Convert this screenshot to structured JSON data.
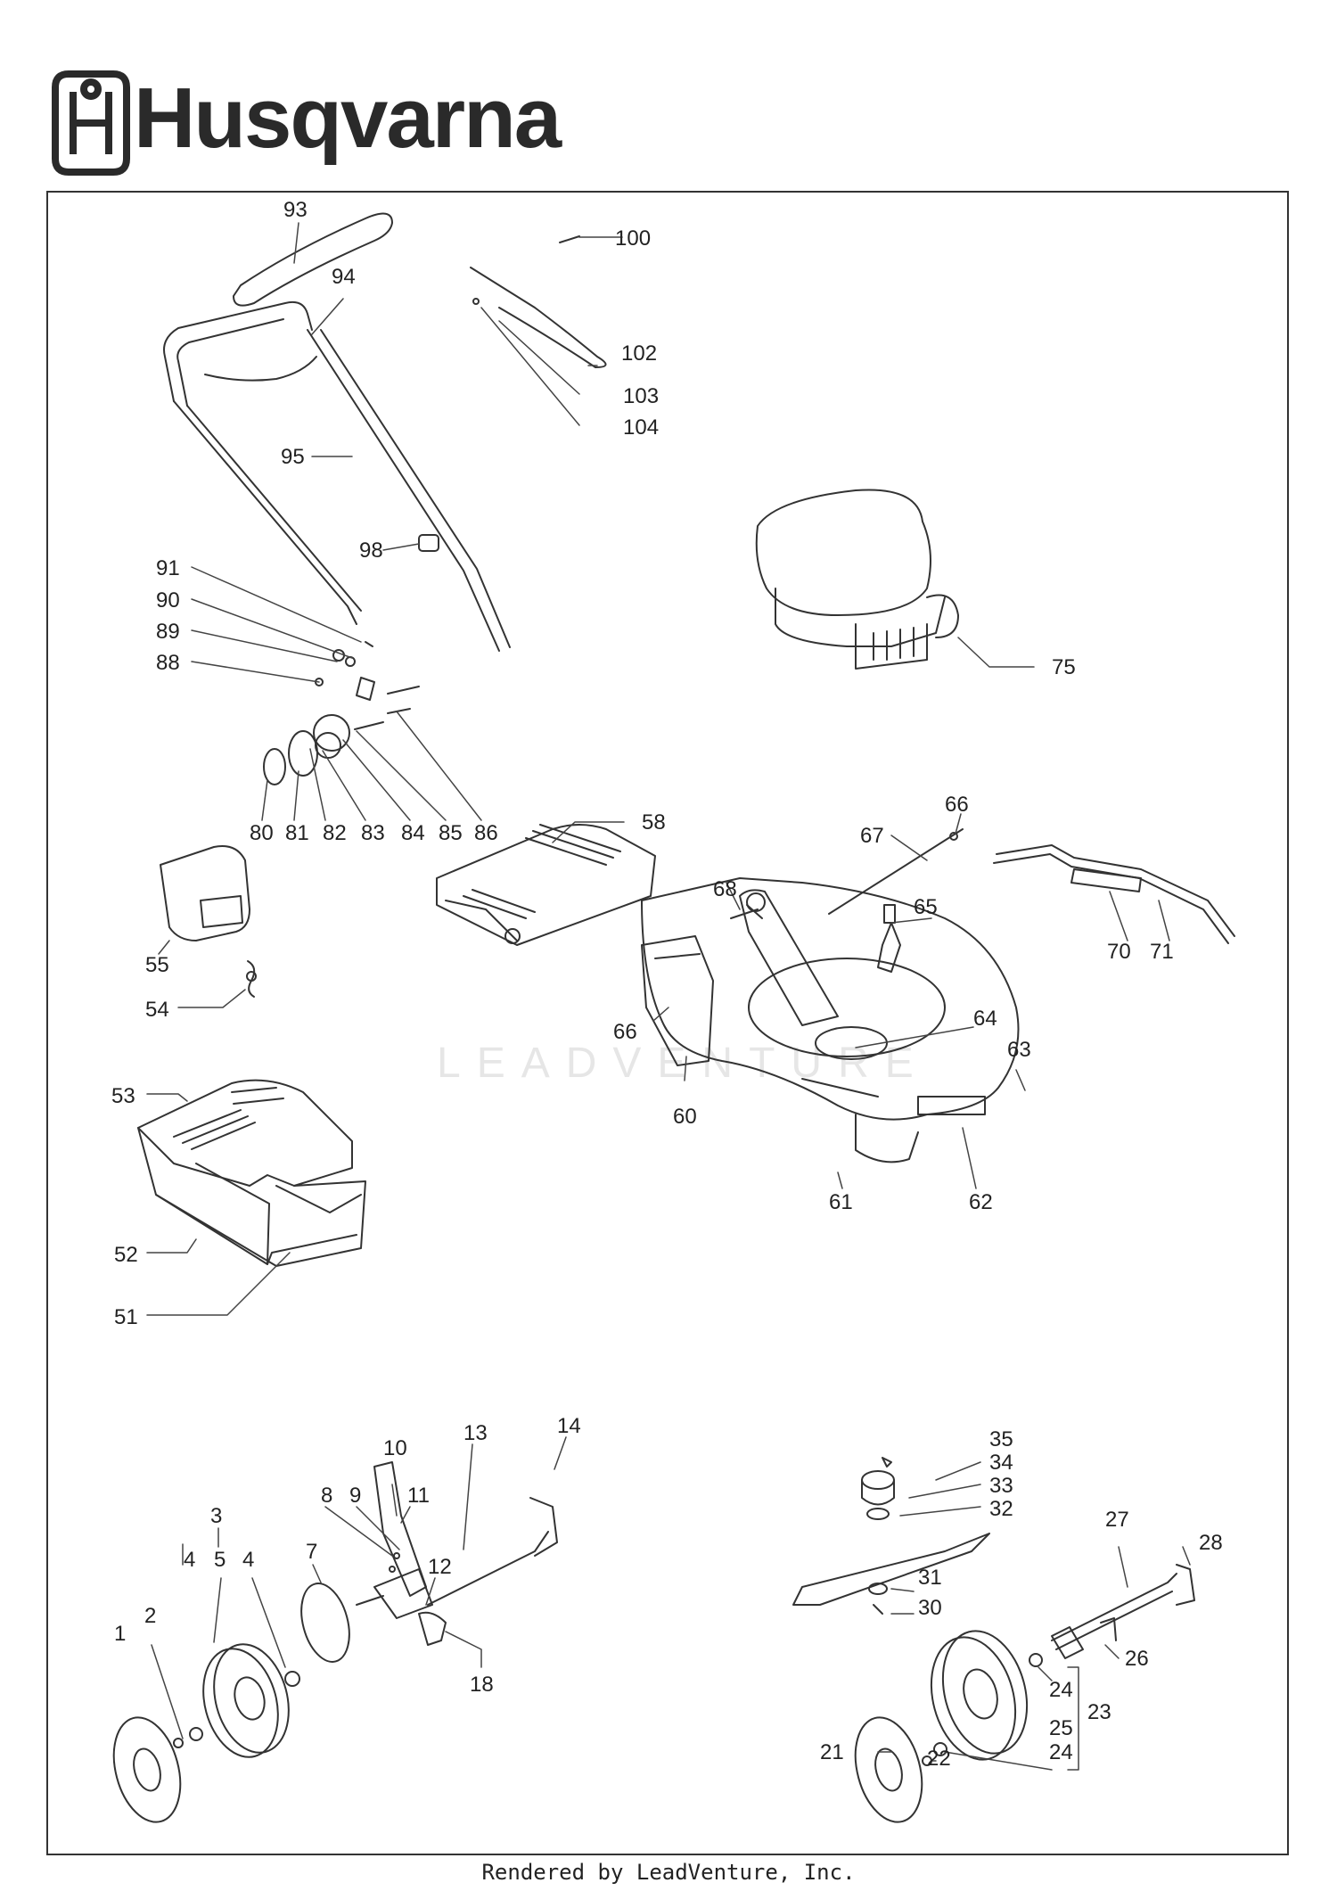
{
  "header": {
    "brand": "Husqvarna",
    "logo_icon": "husqvarna-crown-logo"
  },
  "watermark": {
    "text": "LEADVENTURE"
  },
  "footer": {
    "text": "Rendered by LeadVenture, Inc."
  },
  "callouts": [
    {
      "id": "c93",
      "label": "93"
    },
    {
      "id": "c100",
      "label": "100"
    },
    {
      "id": "c94",
      "label": "94"
    },
    {
      "id": "c102",
      "label": "102"
    },
    {
      "id": "c103",
      "label": "103"
    },
    {
      "id": "c104",
      "label": "104"
    },
    {
      "id": "c95",
      "label": "95"
    },
    {
      "id": "c98",
      "label": "98"
    },
    {
      "id": "c91",
      "label": "91"
    },
    {
      "id": "c90",
      "label": "90"
    },
    {
      "id": "c89",
      "label": "89"
    },
    {
      "id": "c88",
      "label": "88"
    },
    {
      "id": "c75",
      "label": "75"
    },
    {
      "id": "c80",
      "label": "80"
    },
    {
      "id": "c81",
      "label": "81"
    },
    {
      "id": "c82",
      "label": "82"
    },
    {
      "id": "c83",
      "label": "83"
    },
    {
      "id": "c84",
      "label": "84"
    },
    {
      "id": "c85",
      "label": "85"
    },
    {
      "id": "c86",
      "label": "86"
    },
    {
      "id": "c58",
      "label": "58"
    },
    {
      "id": "c66a",
      "label": "66"
    },
    {
      "id": "c67",
      "label": "67"
    },
    {
      "id": "c68",
      "label": "68"
    },
    {
      "id": "c65",
      "label": "65"
    },
    {
      "id": "c70",
      "label": "70"
    },
    {
      "id": "c71",
      "label": "71"
    },
    {
      "id": "c55",
      "label": "55"
    },
    {
      "id": "c54",
      "label": "54"
    },
    {
      "id": "c66b",
      "label": "66"
    },
    {
      "id": "c64",
      "label": "64"
    },
    {
      "id": "c63",
      "label": "63"
    },
    {
      "id": "c60",
      "label": "60"
    },
    {
      "id": "c53",
      "label": "53"
    },
    {
      "id": "c61",
      "label": "61"
    },
    {
      "id": "c62",
      "label": "62"
    },
    {
      "id": "c52",
      "label": "52"
    },
    {
      "id": "c51",
      "label": "51"
    },
    {
      "id": "c14",
      "label": "14"
    },
    {
      "id": "c13",
      "label": "13"
    },
    {
      "id": "c10",
      "label": "10"
    },
    {
      "id": "c8",
      "label": "8"
    },
    {
      "id": "c9",
      "label": "9"
    },
    {
      "id": "c11",
      "label": "11"
    },
    {
      "id": "c3",
      "label": "3"
    },
    {
      "id": "c12",
      "label": "12"
    },
    {
      "id": "c4a",
      "label": "4"
    },
    {
      "id": "c5",
      "label": "5"
    },
    {
      "id": "c4b",
      "label": "4"
    },
    {
      "id": "c7",
      "label": "7"
    },
    {
      "id": "c1",
      "label": "1"
    },
    {
      "id": "c2",
      "label": "2"
    },
    {
      "id": "c18",
      "label": "18"
    },
    {
      "id": "c35",
      "label": "35"
    },
    {
      "id": "c34",
      "label": "34"
    },
    {
      "id": "c33",
      "label": "33"
    },
    {
      "id": "c32",
      "label": "32"
    },
    {
      "id": "c27",
      "label": "27"
    },
    {
      "id": "c28",
      "label": "28"
    },
    {
      "id": "c31",
      "label": "31"
    },
    {
      "id": "c30",
      "label": "30"
    },
    {
      "id": "c26",
      "label": "26"
    },
    {
      "id": "c24a",
      "label": "24"
    },
    {
      "id": "c25",
      "label": "25"
    },
    {
      "id": "c23",
      "label": "23"
    },
    {
      "id": "c24b",
      "label": "24"
    },
    {
      "id": "c21",
      "label": "21"
    },
    {
      "id": "c22",
      "label": "22"
    }
  ]
}
